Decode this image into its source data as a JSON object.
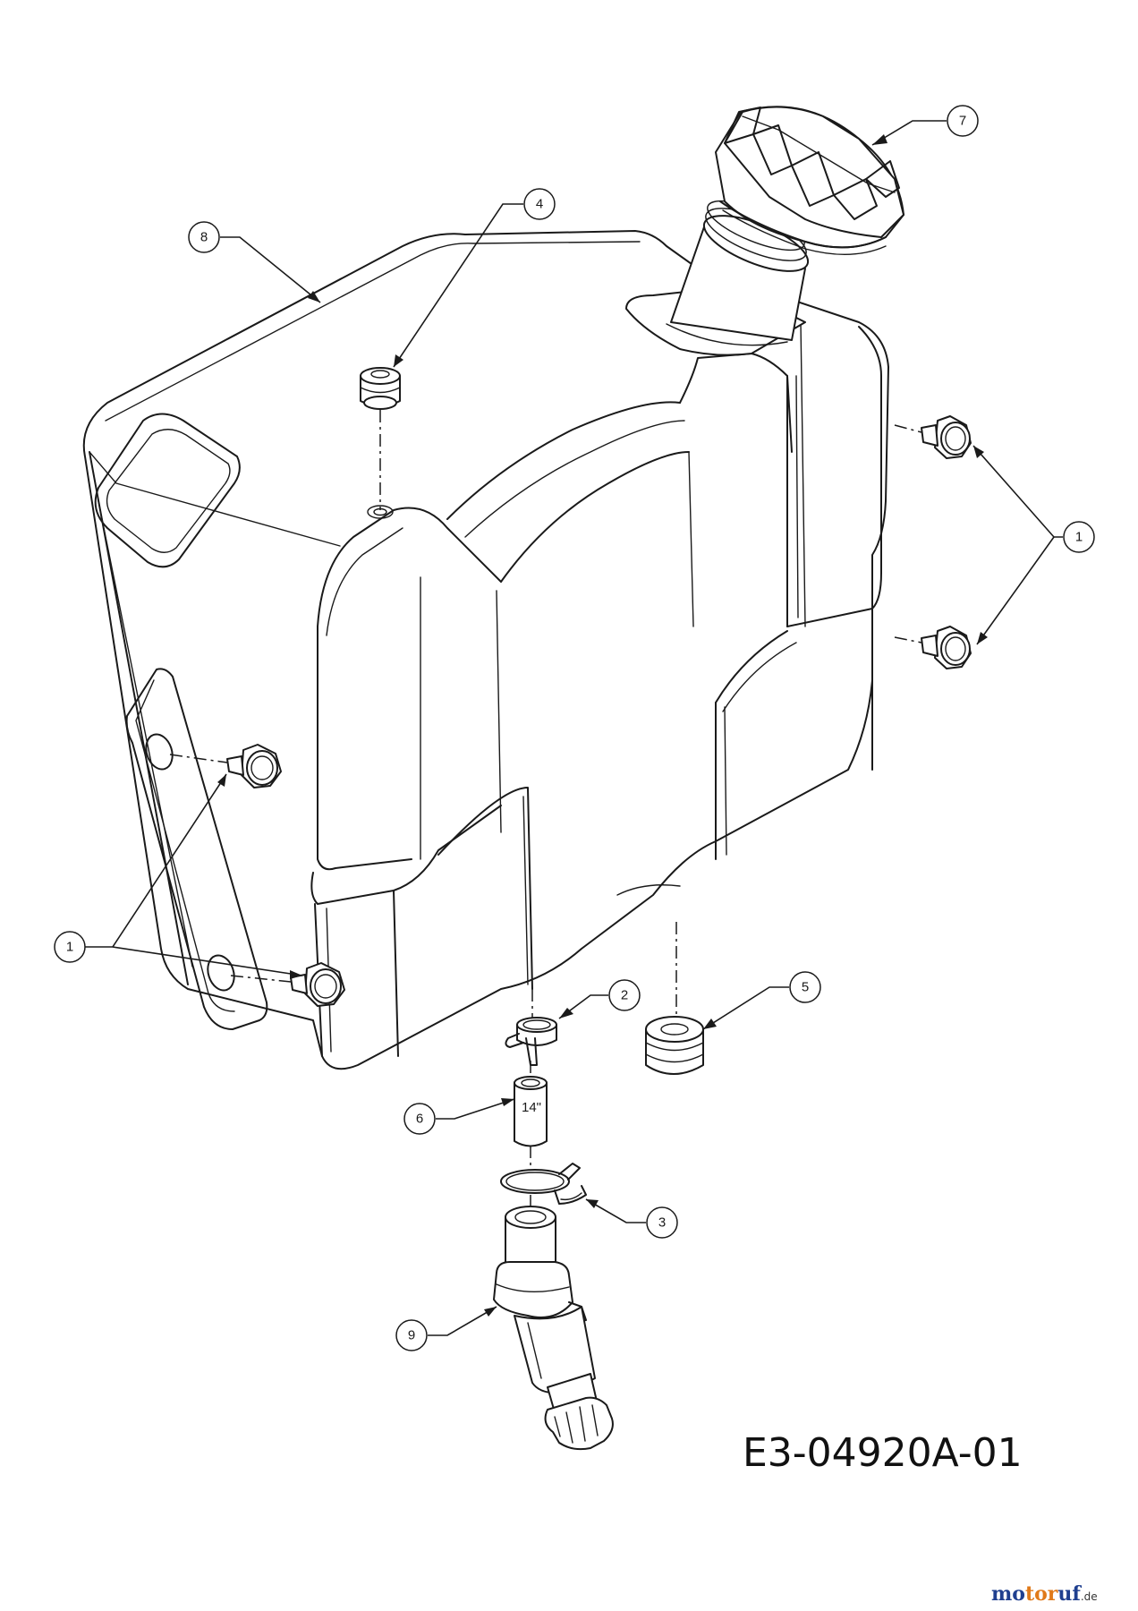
{
  "diagram_code": "E3-04920A-01",
  "watermark": {
    "part1": "mo",
    "part2": "tor",
    "part3": "uf",
    "domain": ".de"
  },
  "callouts": {
    "c1_left": "1",
    "c1_right": "1",
    "c2": "2",
    "c3": "3",
    "c4": "4",
    "c5": "5",
    "c6": "6",
    "c7": "7",
    "c8": "8",
    "c9": "9"
  },
  "hose_label": "14\""
}
